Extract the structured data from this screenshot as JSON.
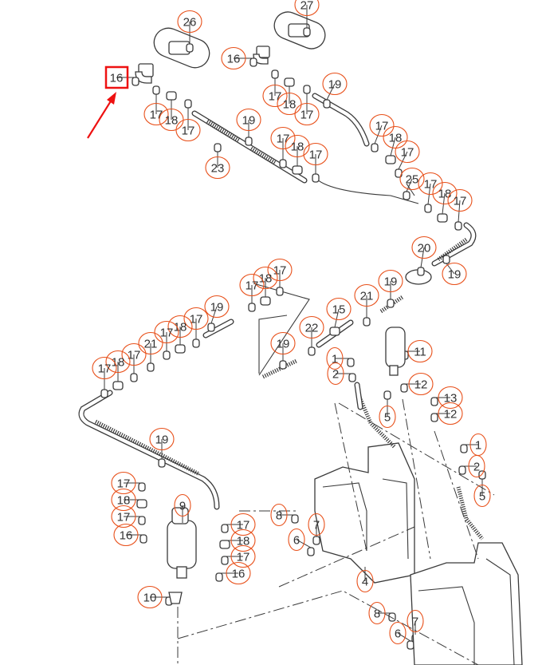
{
  "diagram": {
    "callouts": [
      "26",
      "27",
      "16",
      "16",
      "17",
      "18",
      "17",
      "19",
      "23",
      "17",
      "18",
      "17",
      "19",
      "17",
      "18",
      "17",
      "17",
      "18",
      "17",
      "25",
      "17",
      "18",
      "17",
      "20",
      "19",
      "17",
      "18",
      "17",
      "19",
      "21",
      "15",
      "19",
      "17",
      "18",
      "17",
      "21",
      "22",
      "19",
      "17",
      "18",
      "17",
      "1",
      "2",
      "11",
      "12",
      "13",
      "12",
      "5",
      "19",
      "1",
      "2",
      "5",
      "17",
      "18",
      "17",
      "9",
      "16",
      "17",
      "18",
      "17",
      "16",
      "8",
      "7",
      "6",
      "4",
      "10",
      "8",
      "7",
      "6"
    ],
    "highlighted_callout": "16",
    "highlight_color": "#ee1111",
    "callout_color": "#e8501a"
  }
}
